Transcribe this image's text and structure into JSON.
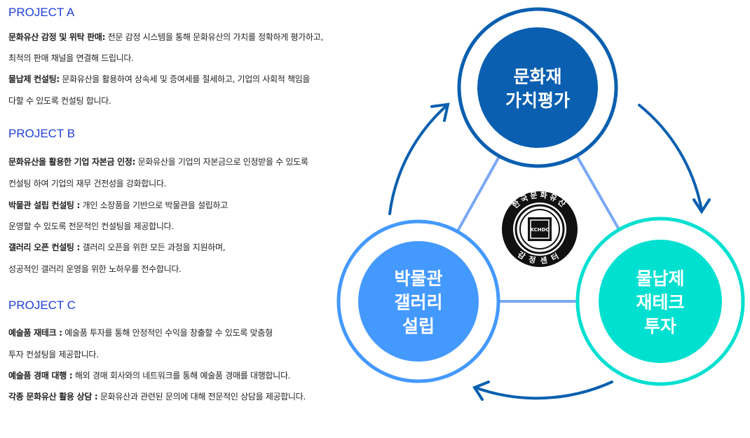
{
  "projects": [
    {
      "title": "PROJECT A",
      "items": [
        {
          "bold": "문화유산 감정 및 위탁 판매:",
          "text": " 전문 감정 시스템을 통해 문화유산의 가치를 정확하게 평가하고,",
          "cont": "최적의 판매 채널을 연결해 드립니다."
        },
        {
          "bold": "물납제 컨설팅:",
          "text": " 문화유산을 활용하여 상속세 및 증여세를 절세하고, 기업의 사회적 책임을",
          "cont": "다할 수 있도록 컨설팅 합니다."
        }
      ]
    },
    {
      "title": "PROJECT B",
      "items": [
        {
          "bold": "문화유산을 활용한 기업 자본금 인정:",
          "text": " 문화유산을 기업의 자본금으로 인정받을 수 있도록",
          "cont": "컨설팅 하여 기업의 재무 건전성을 강화합니다."
        },
        {
          "bold": "박물관 설립 컨설팅 :",
          "text": " 개인 소장품을 기반으로 박물관을 설립하고",
          "cont": "운영할 수 있도록 전문적인 컨설팅을 제공합니다."
        },
        {
          "bold": "갤러리 오픈 컨설팅 :",
          "text": " 갤러리 오픈을 위한 모든 과정을 지원하며,",
          "cont": "성공적인 갤러리 운영을 위한 노하우를 전수합니다."
        }
      ]
    },
    {
      "title": "PROJECT C",
      "items": [
        {
          "bold": "예술품 재테크 :",
          "text": " 예술품 투자를 통해 안정적인 수익을 창출할 수 있도록 맞춤형",
          "cont": "투자 컨설팅을 제공합니다."
        },
        {
          "bold": "예술품 경매 대행 :",
          "text": " 해외 경매 회사와의 네트워크를 통해 예술품 경매를 대행합니다."
        },
        {
          "bold": "각종 문화유산 활용 상담 :",
          "text": " 문화유산과 관련된 문의에 대해 전문적인 상담을 제공합니다."
        }
      ]
    }
  ],
  "diagram": {
    "top": {
      "line1": "문화재",
      "line2": "가치평가",
      "color": "#0a5fb0"
    },
    "left": {
      "line1": "박물관",
      "line2": "갤러리",
      "line3": "설립",
      "color": "#4499ff"
    },
    "right": {
      "line1": "물납제",
      "line2": "재테크",
      "line3": "투자",
      "color": "#00e0d0"
    },
    "seal": {
      "top": "한국문화유산",
      "bottom": "감정센터",
      "center": "KCHDC"
    }
  }
}
